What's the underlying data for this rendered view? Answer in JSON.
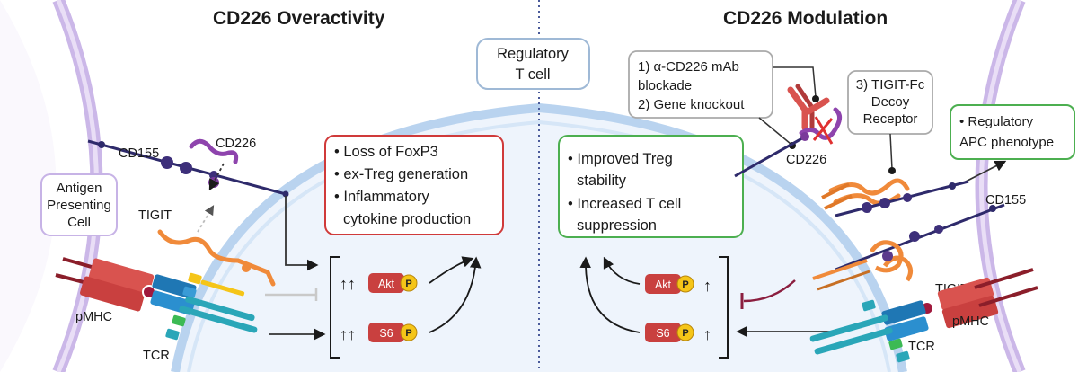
{
  "titles": {
    "left": "CD226 Overactivity",
    "right": "CD226 Modulation"
  },
  "center_box": {
    "line1": "Regulatory",
    "line2": "T cell"
  },
  "apc_box": {
    "line1": "Antigen",
    "line2": "Presenting",
    "line3": "Cell"
  },
  "left_labels": {
    "cd155": "CD155",
    "cd226": "CD226",
    "tigit": "TIGIT",
    "pmhc": "pMHC",
    "tcr": "TCR"
  },
  "left_outcomes": {
    "line1": "• Loss of FoxP3",
    "line2": "• ex-Treg generation",
    "line3": "• Inflammatory",
    "line4": "cytokine production"
  },
  "signals": {
    "akt": "Akt",
    "s6": "S6",
    "phospho": "P",
    "up_double": "↑↑",
    "up_single": "↑"
  },
  "right_outcomes": {
    "line1": "• Improved Treg",
    "line2": "stability",
    "line3": "• Increased T cell",
    "line4": "suppression"
  },
  "modulation_box": {
    "line1": "1) α-CD226 mAb",
    "line2": "blockade",
    "line3": "2) Gene knockout"
  },
  "decoy_box": {
    "line1": "3) TIGIT-Fc",
    "line2": "Decoy",
    "line3": "Receptor"
  },
  "apc_phenotype_box": {
    "line1": "• Regulatory",
    "line2": "APC phenotype"
  },
  "right_labels": {
    "cd226": "CD226",
    "cd155": "CD155",
    "tigit": "TIGIT",
    "pmhc": "pMHC",
    "tcr": "TCR"
  },
  "colors": {
    "outcome_bad": "#d03a3a",
    "outcome_good": "#4caf50",
    "membrane": "#cbb7e8",
    "t_cell": "#dde9f7",
    "akt_s6": "#c9403f",
    "phospho": "#f5c518"
  }
}
